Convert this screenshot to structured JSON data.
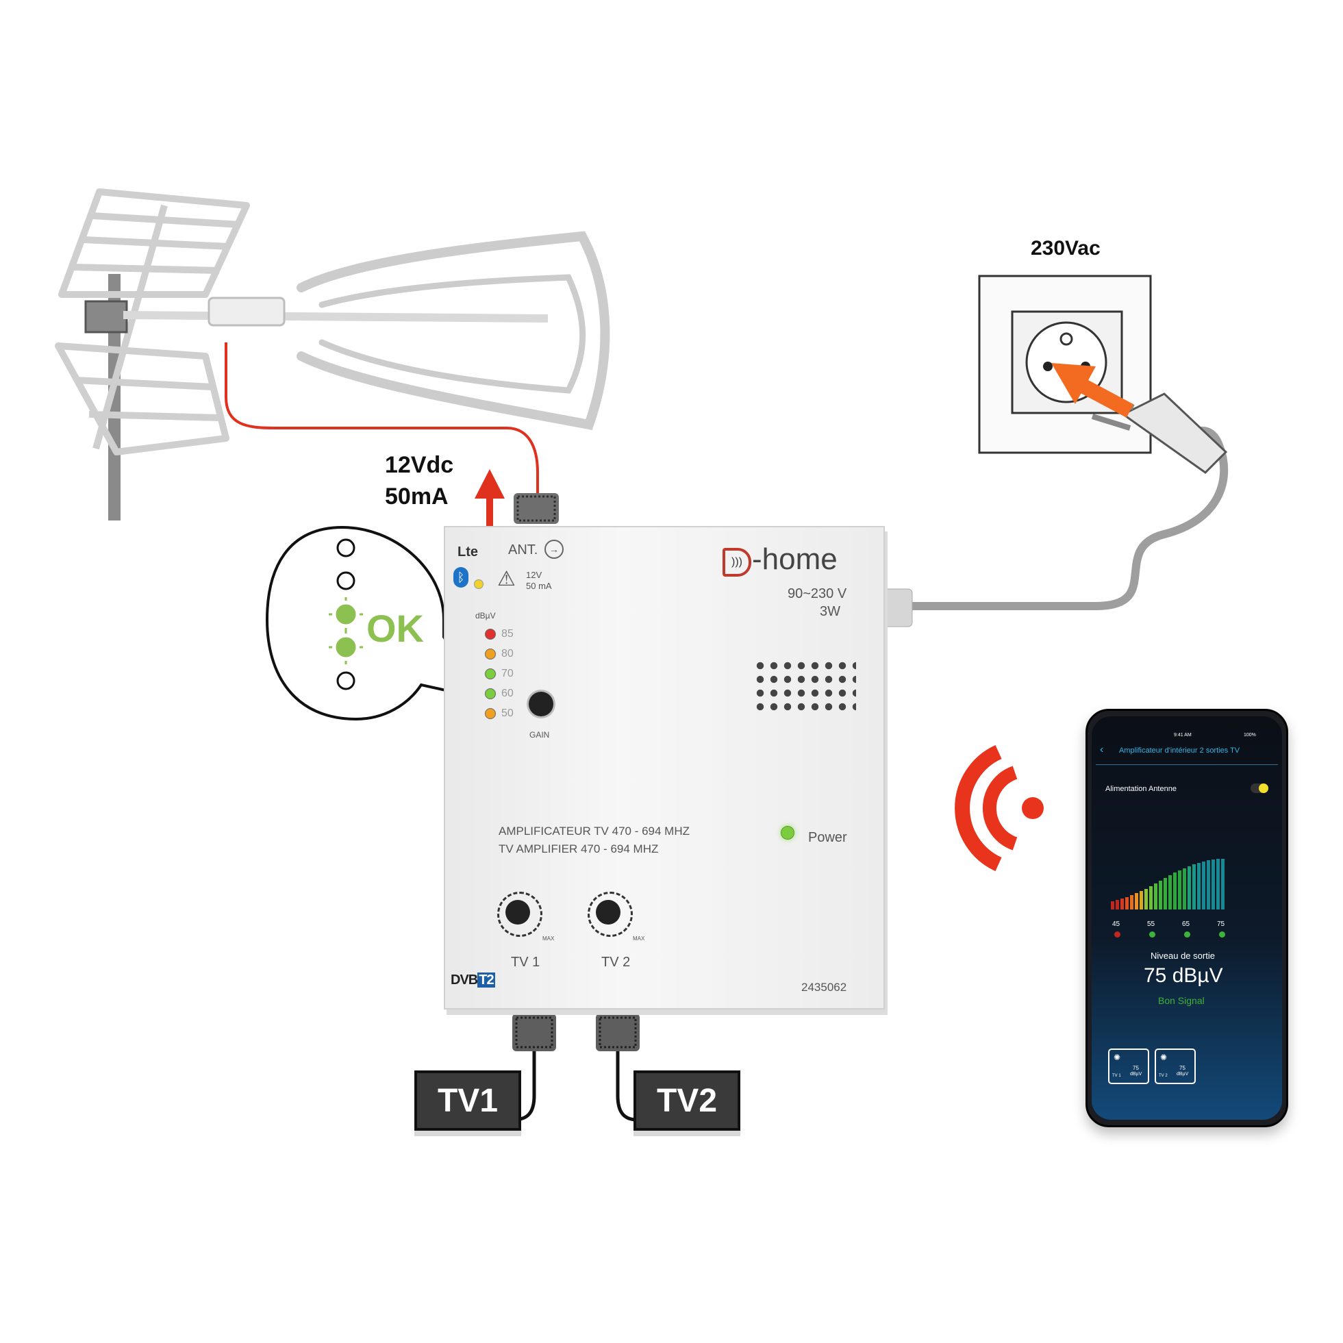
{
  "labels": {
    "dc_voltage": "12Vdc",
    "dc_current": "50mA",
    "mains": "230Vac",
    "ok": "OK",
    "tv1": "TV1",
    "tv2": "TV2"
  },
  "device": {
    "brand": "-home",
    "lte": "Lte",
    "ant": "ANT.",
    "warn_v": "12V",
    "warn_a": "50  mA",
    "supply": "90~230 V",
    "power_w": "3W",
    "unit": "dBµV",
    "levels": [
      "85",
      "80",
      "70",
      "60",
      "50"
    ],
    "gain": "GAIN",
    "desc_fr": "AMPLIFICATEUR TV 470 - 694 MHZ",
    "desc_en": "TV AMPLIFIER 470 - 694 MHZ",
    "power_label": "Power",
    "knob1": "TV 1",
    "knob2": "TV 2",
    "max": "MAX",
    "dvb": "DVB",
    "t2": "T2",
    "serial": "2435062"
  },
  "phone": {
    "time": "9:41 AM",
    "battery": "100%",
    "title": "Amplificateur d'intérieur 2 sorties TV",
    "toggle_label": "Alimentation Antenne",
    "scale": [
      "45",
      "55",
      "65",
      "75"
    ],
    "level_label": "Niveau de sortie",
    "level_value": "75 dBµV",
    "status": "Bon Signal",
    "mini1_value": "75",
    "mini1_unit": "dBµV",
    "mini1_name": "TV 1",
    "mini2_value": "75",
    "mini2_unit": "dBµV",
    "mini2_name": "TV 2"
  },
  "colors": {
    "red_cable": "#e0301e",
    "orange_arrow": "#f26b21",
    "led_green": "#7ccc3f",
    "ok_green": "#8cc152",
    "wifi_red": "#e8341c",
    "phone_accent": "#2fb6e8"
  }
}
